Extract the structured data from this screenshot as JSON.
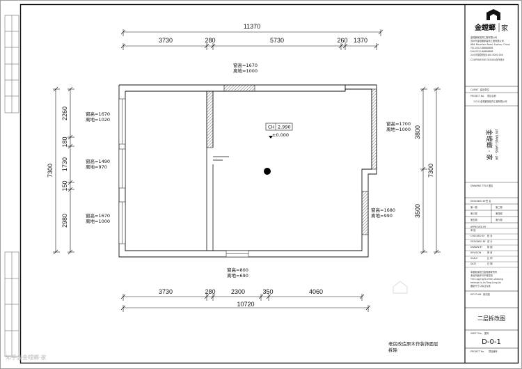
{
  "dims": {
    "top_total": "11370",
    "top_segments": [
      "3730",
      "280",
      "5730",
      "260",
      "1370"
    ],
    "bottom_total": "10720",
    "bottom_segments": [
      "3730",
      "280",
      "2300",
      "350",
      "4060"
    ],
    "left_total": "7300",
    "left_segments": [
      "2260",
      "180",
      "1730",
      "150",
      "2980"
    ],
    "right_total": "7300",
    "right_segments": [
      "3800",
      "3500"
    ]
  },
  "windows": {
    "top": [
      "窗高=1670",
      "离地=1000"
    ],
    "left_upper": [
      "窗高=1670",
      "离地=1020"
    ],
    "left_middle": [
      "窗高=1490",
      "离地=970"
    ],
    "left_lower": [
      "窗高=1670",
      "离地=1000"
    ],
    "right_upper": [
      "窗高=1700",
      "离地=1000"
    ],
    "right_lower": [
      "窗高=1680",
      "离地=990"
    ],
    "bottom": [
      "窗高=800",
      "离地=690"
    ]
  },
  "ceiling": {
    "ch": "CH",
    "height": "2.990",
    "level": "±0.000"
  },
  "notes": [
    "老房改造原木作装饰面层",
    "拆除"
  ],
  "watermark": "知乎@金螳螂·家",
  "title_block": {
    "logo_text": "金螳螂",
    "logo_suffix": "家",
    "company_lines": [
      "金螳螂家装饰工程有限公司",
      "苏州市金螳螂家装饰工程有限公司",
      "88# Mountain Road, Suzhou, China",
      "TEL:0512-88888888",
      "FAX:0512-88888888",
      "24小时服务热线:400-0000-000"
    ],
    "cooperative_label": "COOPERATIVE DESIGN",
    "cooperative_value": "合作设计",
    "client_label": "CLIENT",
    "client_value": "建设单位",
    "project_label": "PROJECT No.",
    "project_value": "项目名称",
    "project_no": "11011金螳螂家装饰工程有限公司",
    "brand_vertical": "金螳螂 · 家",
    "brand_pinyin": "JIN TANG LANG · JIA",
    "drawing_title_label": "DRAWING TITLE",
    "drawing_title_value": "图名",
    "designed_label": "DESIGNED BY",
    "designed_value": "签 名",
    "rows": [
      [
        "第一期",
        "第二期"
      ],
      [
        "第三期",
        "第四期"
      ],
      [
        "第五期",
        "第六期"
      ]
    ],
    "approved_rows": [
      "APPROVED BY",
      "审 核",
      "CHECKED BY",
      "校 对",
      "DESIGNED BY",
      "设 计",
      "DRAWN BY",
      "制 图",
      "REVISION",
      "修 改",
      "SCALE",
      "比 例",
      "DATE",
      "日 期"
    ],
    "notice_lines": [
      "本图纸版权归金螳螂家所有",
      "未经书面许可不得复制",
      "The copyright of this drawing",
      "belongs to Jin Tang Lang Jia",
      "图纸尺寸以标注为准"
    ],
    "key_plan_label": "KEY PLAN",
    "key_plan_value": "索引图",
    "sheet_name": "二层拆改图",
    "sheet_no_label": "SHEET No.",
    "sheet_no_value": "图号",
    "sheet_no": "D-0-1",
    "project_no_label": "PROJECT No.",
    "project_no_value": "项目编号"
  }
}
